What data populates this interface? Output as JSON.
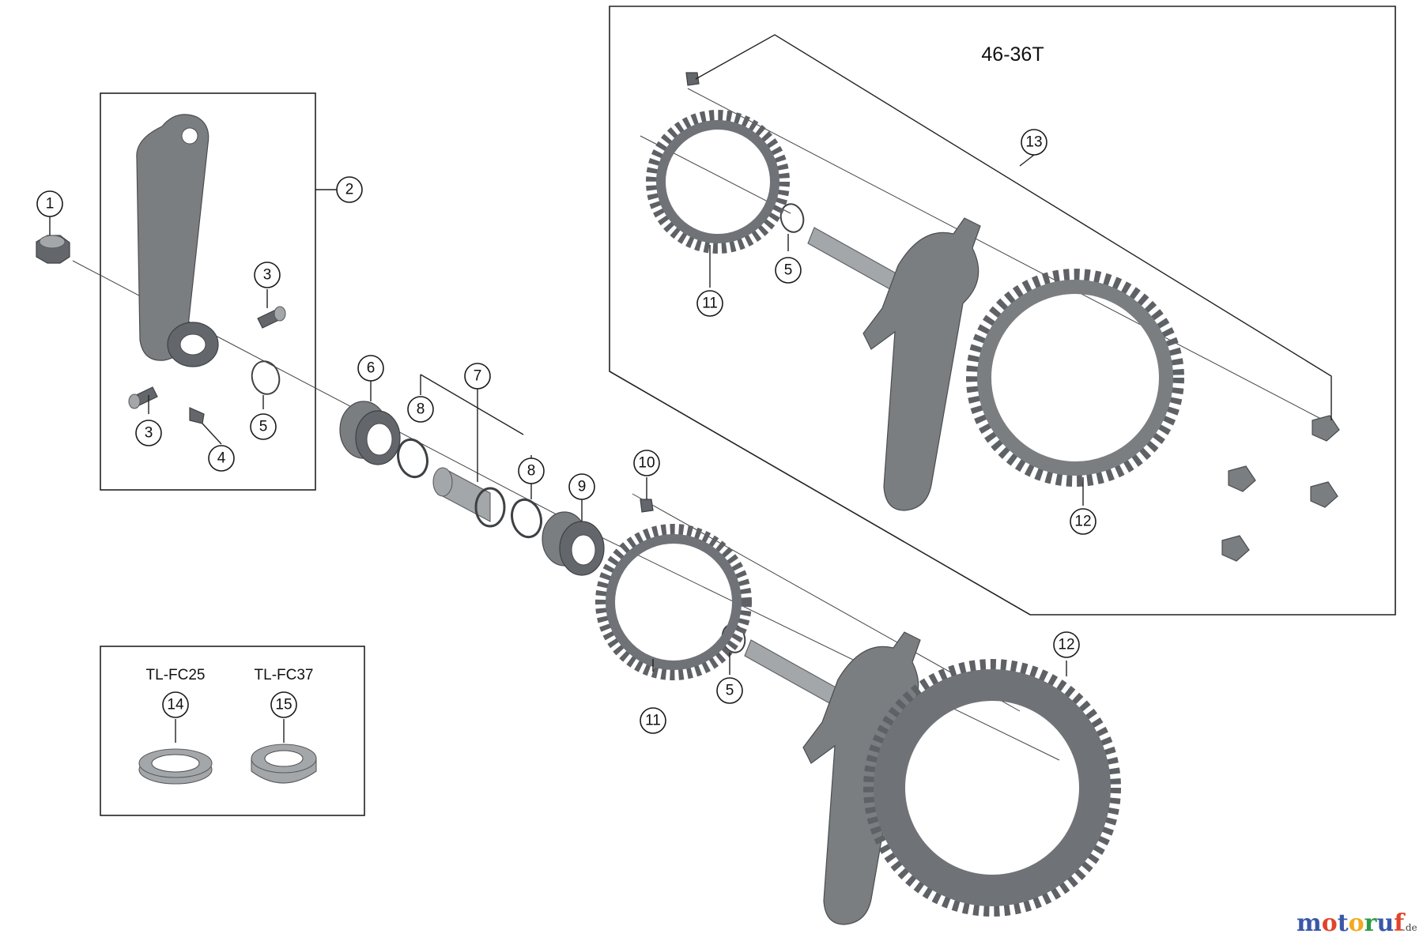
{
  "diagram": {
    "set_label": "46-36T",
    "callouts": [
      "1",
      "2",
      "3",
      "3",
      "4",
      "5",
      "5",
      "5",
      "6",
      "7",
      "8",
      "8",
      "9",
      "10",
      "11",
      "11",
      "12",
      "12",
      "13",
      "14",
      "15"
    ],
    "tools": [
      {
        "name": "TL-FC25",
        "number": "14"
      },
      {
        "name": "TL-FC37",
        "number": "15"
      }
    ]
  },
  "watermark": {
    "letters": [
      "m",
      "o",
      "t",
      "o",
      "r",
      "u",
      "f"
    ],
    "letter_colors": [
      "#3a57a8",
      "#e0442a",
      "#3a57a8",
      "#f2a91c",
      "#2e9a47",
      "#3a57a8",
      "#e0442a"
    ],
    "suffix": ".de"
  }
}
